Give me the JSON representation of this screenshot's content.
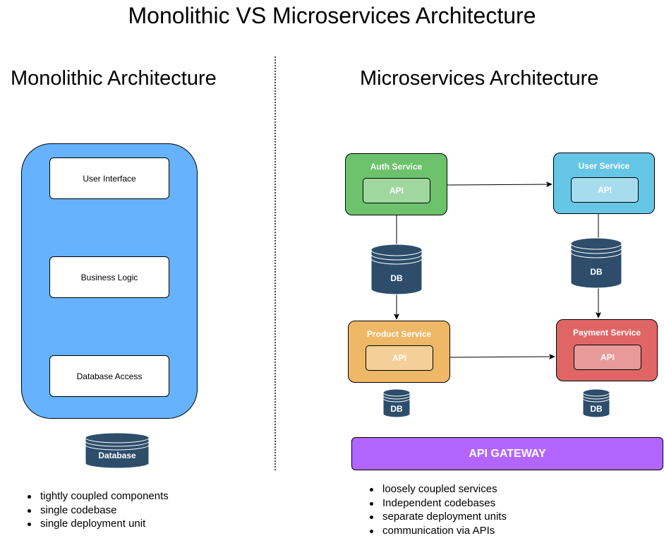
{
  "title": "Monolithic VS Microservices Architecture",
  "monolithic": {
    "heading": "Monolithic Architecture",
    "layers": [
      "User Interface",
      "Business Logic",
      "Database Access"
    ],
    "database_label": "Database",
    "colors": {
      "container": "#66b2ff",
      "database": "#2d4d6b"
    },
    "bullets": [
      "tightly coupled components",
      "single codebase",
      "single deployment unit"
    ]
  },
  "microservices": {
    "heading": "Microservices Architecture",
    "services": {
      "auth": {
        "name": "Auth Service",
        "api": "API",
        "color": "#6cc36c",
        "api_color": "#9fd79f"
      },
      "user": {
        "name": "User Service",
        "api": "API",
        "color": "#66c6e6",
        "api_color": "#a6dcee"
      },
      "product": {
        "name": "Product Service",
        "api": "API",
        "color": "#efb866",
        "api_color": "#f4cf98"
      },
      "payment": {
        "name": "Payment Service",
        "api": "API",
        "color": "#e06666",
        "api_color": "#e89999"
      }
    },
    "db_label": "DB",
    "gateway_label": "API GATEWAY",
    "bullets": [
      "loosely coupled services",
      "Independent codebases",
      "separate deployment units",
      "communication via APIs"
    ]
  }
}
